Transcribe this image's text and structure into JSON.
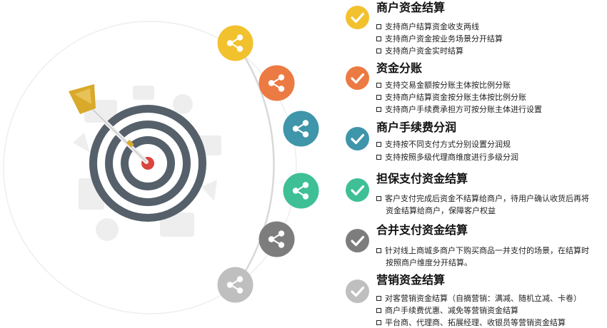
{
  "icons": {
    "share": "share-icon",
    "check": "check-icon",
    "target": "target-icon",
    "dart": "dart-icon"
  },
  "colors": {
    "yellow": "#f2c12e",
    "orange": "#ec7a43",
    "teal_blue": "#3f95a9",
    "green": "#3fbf96",
    "dark_gray": "#7d7d7d",
    "light_gray": "#bfbfbf",
    "target_dark": "#55606a",
    "bullseye": "#d9453c",
    "dart_gold": "#d9a92a"
  },
  "sections": [
    {
      "title": "商户资金结算",
      "color": "#f2c12e",
      "items": [
        "支持商户结算资金收支两线",
        "支持商户资金按业务场景分开结算",
        "支持商户资金实时结算"
      ]
    },
    {
      "title": "资金分账",
      "color": "#ec7a43",
      "items": [
        "支持交易金额按分账主体按比例分账",
        "支持商户结算资金按分账主体按比例分账",
        "支持商户手续费承担方可按分账主体进行设置"
      ]
    },
    {
      "title": "商户手续费分润",
      "color": "#3f95a9",
      "items": [
        "支持按不同支付方式分别设置分润规",
        "支持按照多级代理商维度进行多级分润"
      ]
    },
    {
      "title": "担保支付资金结算",
      "color": "#3fbf96",
      "items": [
        "客户支付完成后资金不结算给商户，待用户确认收货后再将",
        "资金结算给商户，保障客户权益"
      ]
    },
    {
      "title": "合并支付资金结算",
      "color": "#7d7d7d",
      "items": [
        "针对线上商城多商户下购买商品一并支付的场景，在结算时",
        "按照商户维度分开结算。"
      ]
    },
    {
      "title": "营销资金结算",
      "color": "#bfbfbf",
      "items": [
        "对客营销资金结算（自摘营销：满减、随机立减、卡卷）",
        "商户手续费优惠、减免等营销资金结算",
        "平台商、代理商、拓展经理、收银员等营销资金结算"
      ]
    }
  ]
}
